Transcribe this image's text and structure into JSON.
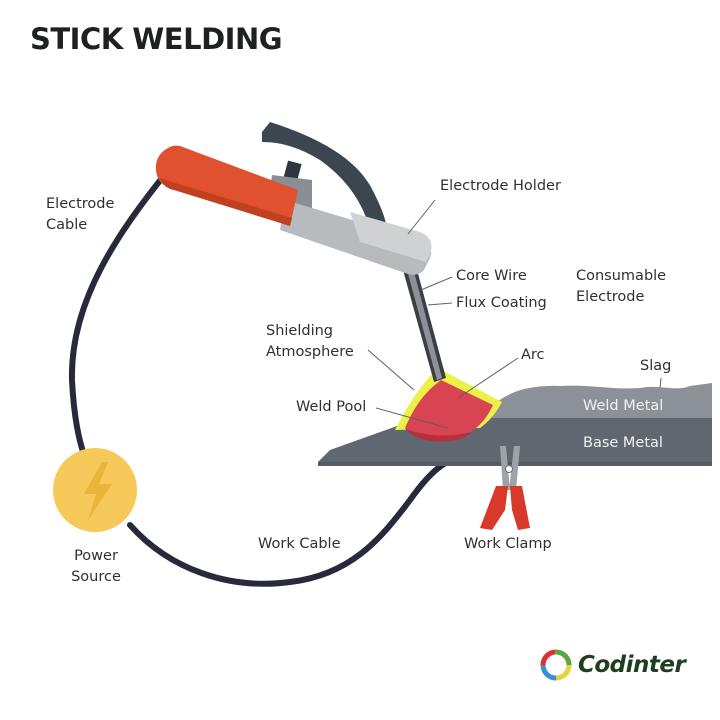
{
  "title": "STICK WELDING",
  "labels": {
    "electrode_cable": [
      "Electrode",
      "Cable"
    ],
    "electrode_holder": "Electrode Holder",
    "core_wire": "Core Wire",
    "flux_coating": "Flux Coating",
    "consumable_electrode": [
      "Consumable",
      "Electrode"
    ],
    "shielding_atmosphere": [
      "Shielding",
      "Atmosphere"
    ],
    "arc": "Arc",
    "slag": "Slag",
    "weld_pool": "Weld Pool",
    "weld_metal": "Weld Metal",
    "base_metal": "Base Metal",
    "power_source": [
      "Power",
      "Source"
    ],
    "work_cable": "Work Cable",
    "work_clamp": "Work Clamp"
  },
  "brand": {
    "name": "Codinter"
  },
  "colors": {
    "handle_orange": "#e0512f",
    "holder_gray": "#b8bbbe",
    "lever_dark": "#3b4650",
    "cable": "#262a3b",
    "power_yellow": "#f6c95a",
    "bolt_yellow": "#e9b53a",
    "shield_yellow": "#eef04a",
    "arc_red": "#d94452",
    "weld_metal": "#8c9198",
    "base_metal": "#5f6770",
    "clamp_red": "#d8392b"
  }
}
